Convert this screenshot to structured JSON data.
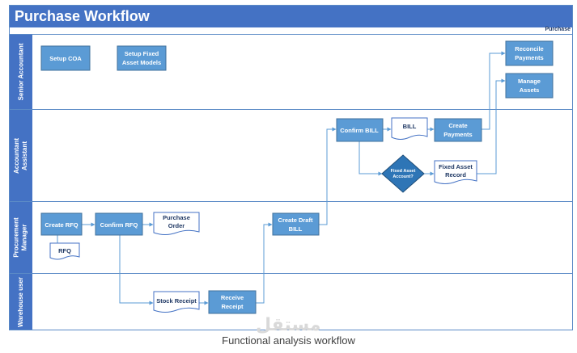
{
  "title": "Purchase Workflow",
  "header_right": "Purchase",
  "caption": "Functional analysis workflow",
  "watermark": "مستقل",
  "lanes": [
    {
      "label": "Senior Accountant"
    },
    {
      "label": "Accountant Assistant"
    },
    {
      "label": "Procurement Manager"
    },
    {
      "label": "Warehouse user"
    }
  ],
  "nodes": {
    "setup_coa": "Setup COA",
    "setup_fixed_asset": "Setup Fixed Asset Models",
    "reconcile_payments": "Reconcile Payments",
    "manage_assets": "Manage Assets",
    "confirm_bill": "Confirm BILL",
    "bill_doc": "BILL",
    "create_payments": "Create Payments",
    "fixed_asset_decision": "Fixed Asset Account?",
    "fixed_asset_record": "Fixed Asset Record",
    "create_rfq": "Create RFQ",
    "confirm_rfq": "Confirm RFQ",
    "purchase_order": "Purchase Order",
    "rfq_doc": "RFQ",
    "create_draft_bill": "Create Draft BILL",
    "stock_receipt": "Stock Receipt",
    "receive_receipt": "Receive Receipt"
  },
  "colors": {
    "header": "#4472c4",
    "process": "#5b9bd5",
    "doc_border": "#4472c4",
    "decision": "#2e75b6",
    "line": "#5b9bd5"
  }
}
